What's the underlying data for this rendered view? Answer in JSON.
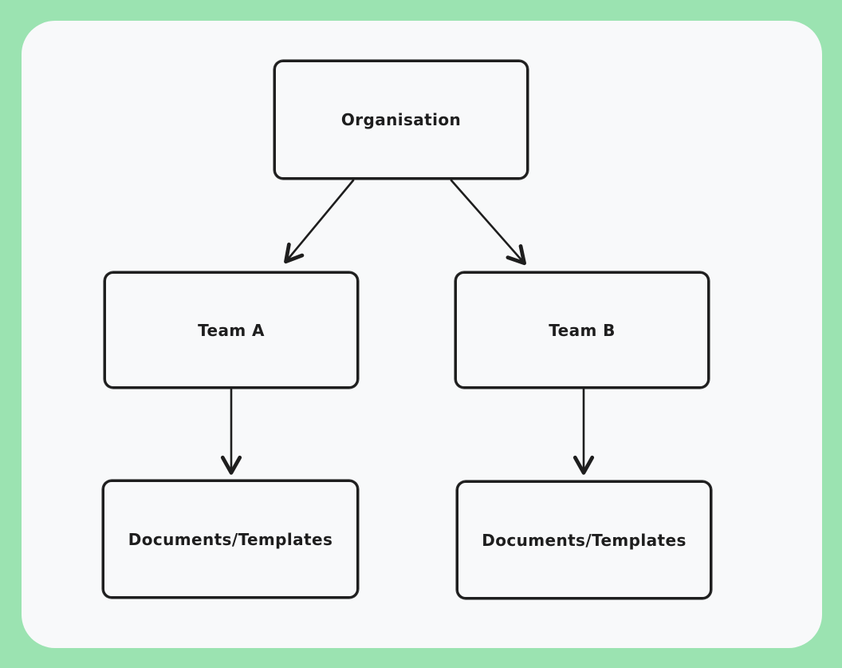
{
  "colors": {
    "frame_background": "#9be3b1",
    "canvas_background": "#f8f9fa",
    "stroke": "#1e1e1e"
  },
  "diagram": {
    "nodes": [
      {
        "id": "organisation",
        "label": "Organisation"
      },
      {
        "id": "team-a",
        "label": "Team A"
      },
      {
        "id": "team-b",
        "label": "Team B"
      },
      {
        "id": "docs-a",
        "label": "Documents/Templates"
      },
      {
        "id": "docs-b",
        "label": "Documents/Templates"
      }
    ],
    "edges": [
      {
        "from": "organisation",
        "to": "team-a"
      },
      {
        "from": "organisation",
        "to": "team-b"
      },
      {
        "from": "team-a",
        "to": "docs-a"
      },
      {
        "from": "team-b",
        "to": "docs-b"
      }
    ]
  }
}
